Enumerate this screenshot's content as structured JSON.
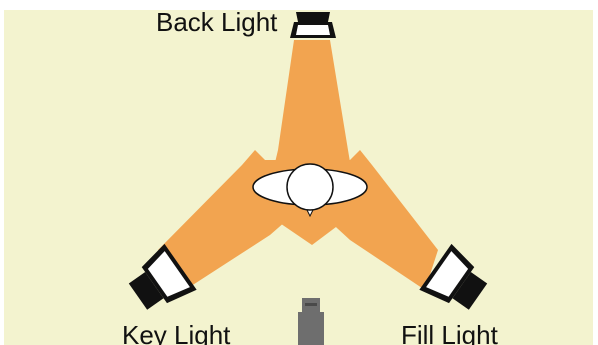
{
  "diagram": {
    "labels": {
      "back_light": "Back Light",
      "key_light": "Key Light",
      "fill_light": "Fill Light"
    },
    "colors": {
      "background": "#f3f3cf",
      "page_margin": "#ffffff",
      "beam": "#f2a450",
      "light_body": "#111111",
      "light_lens": "#ffffff",
      "camera": "#6e6e6e",
      "camera_dark": "#4a4a4a"
    },
    "icons": [
      "back-light-icon",
      "key-light-icon",
      "fill-light-icon",
      "subject-icon",
      "camera-icon"
    ]
  }
}
